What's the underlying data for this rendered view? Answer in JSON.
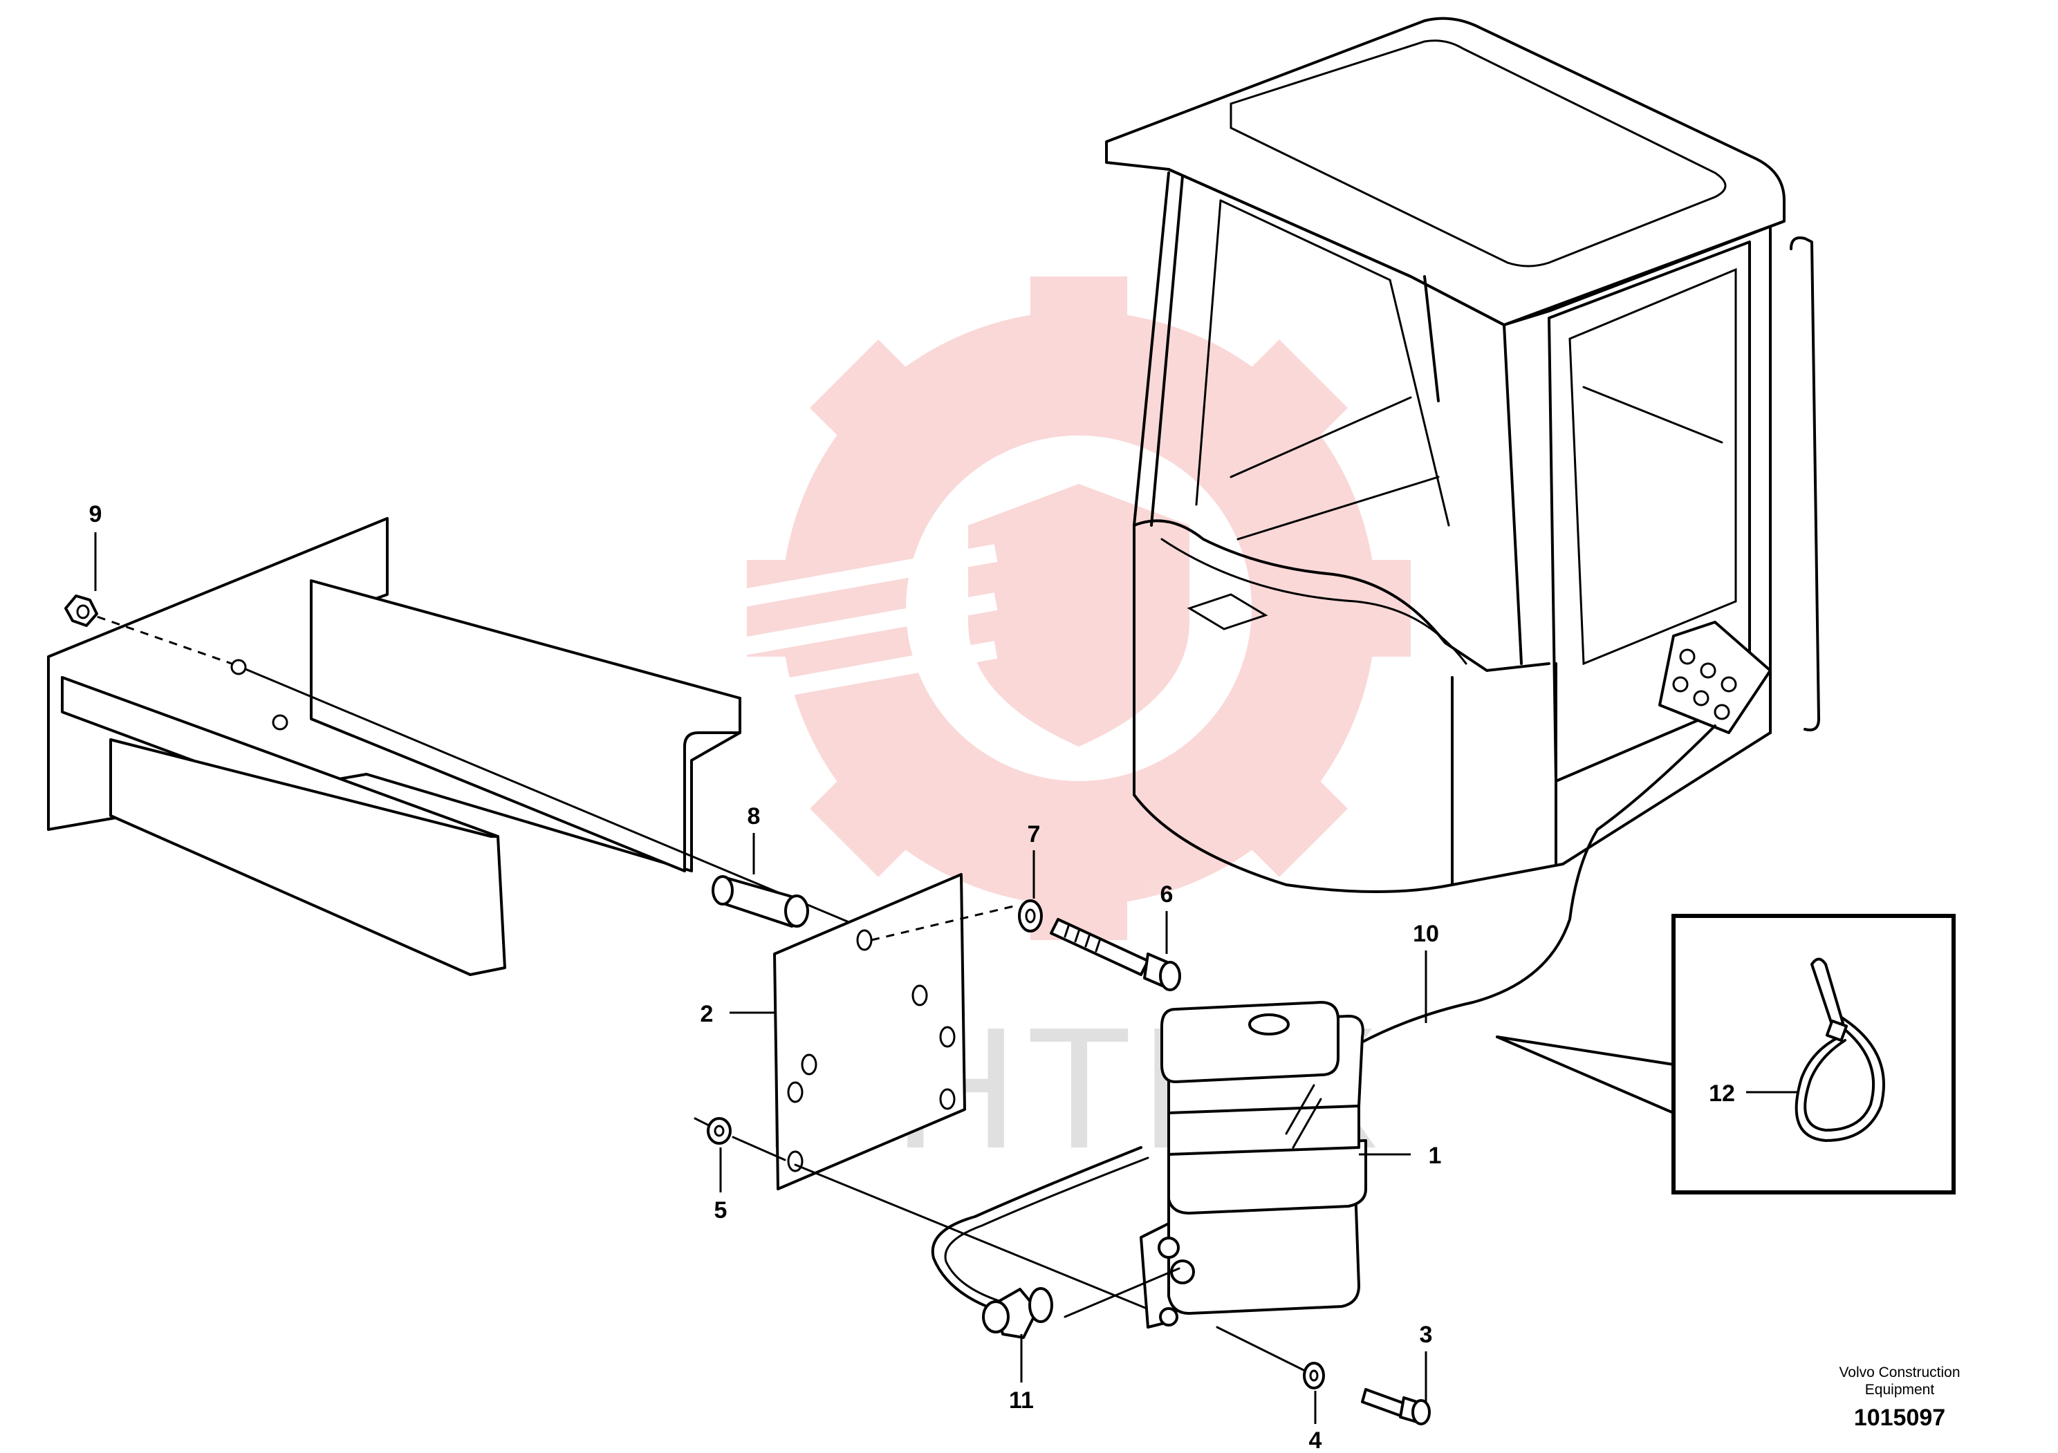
{
  "callouts": [
    {
      "id": "1",
      "label": "1"
    },
    {
      "id": "2",
      "label": "2"
    },
    {
      "id": "3",
      "label": "3"
    },
    {
      "id": "4",
      "label": "4"
    },
    {
      "id": "5",
      "label": "5"
    },
    {
      "id": "6",
      "label": "6"
    },
    {
      "id": "7",
      "label": "7"
    },
    {
      "id": "8",
      "label": "8"
    },
    {
      "id": "9",
      "label": "9"
    },
    {
      "id": "10",
      "label": "10"
    },
    {
      "id": "11",
      "label": "11"
    },
    {
      "id": "12",
      "label": "12"
    }
  ],
  "credit": {
    "line1": "Volvo Construction",
    "line2": "Equipment"
  },
  "part_number": "1015097",
  "watermark": {
    "text": "ИНТЕХ",
    "color": "#f6b9b9"
  },
  "colors": {
    "line": "#000000",
    "background": "#ffffff"
  }
}
